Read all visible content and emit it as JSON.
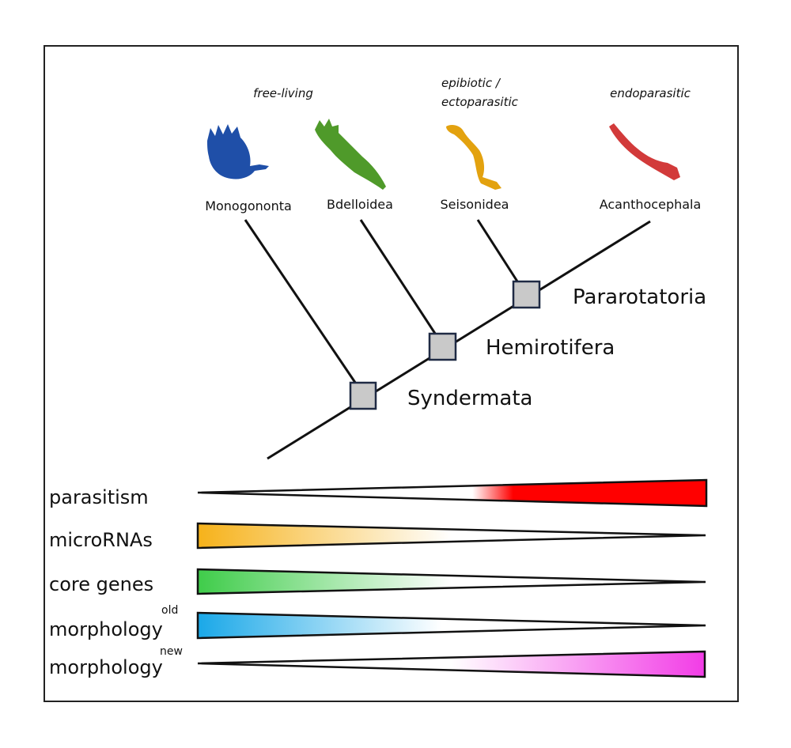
{
  "lifestyles": {
    "free_living": "free-living",
    "epibiotic_line1": "epibiotic /",
    "epibiotic_line2": "ectoparasitic",
    "endoparasitic": "endoparasitic"
  },
  "taxa": [
    "Monogononta",
    "Bdelloidea",
    "Seisonidea",
    "Acanthocephala"
  ],
  "taxon_colors": [
    "#1f4fa8",
    "#4f9a2a",
    "#e3a20f",
    "#d23a3a"
  ],
  "clades": [
    "Syndermata",
    "Hemirotifera",
    "Pararotatoria"
  ],
  "node_color": "#c9c9c9",
  "node_border": "#1f2a44",
  "traits": [
    {
      "label": "parasitism",
      "sup": "",
      "direction": "increasing",
      "color": "#ff0000"
    },
    {
      "label": "microRNAs",
      "sup": "",
      "direction": "decreasing",
      "color": "#f6b21a"
    },
    {
      "label": "core genes",
      "sup": "",
      "direction": "decreasing",
      "color": "#3fcc4a"
    },
    {
      "label": "morphology",
      "sup": "old",
      "direction": "decreasing",
      "color": "#1aa8e8"
    },
    {
      "label": "morphology",
      "sup": "new",
      "direction": "increasing",
      "color": "#f23ce6"
    }
  ]
}
